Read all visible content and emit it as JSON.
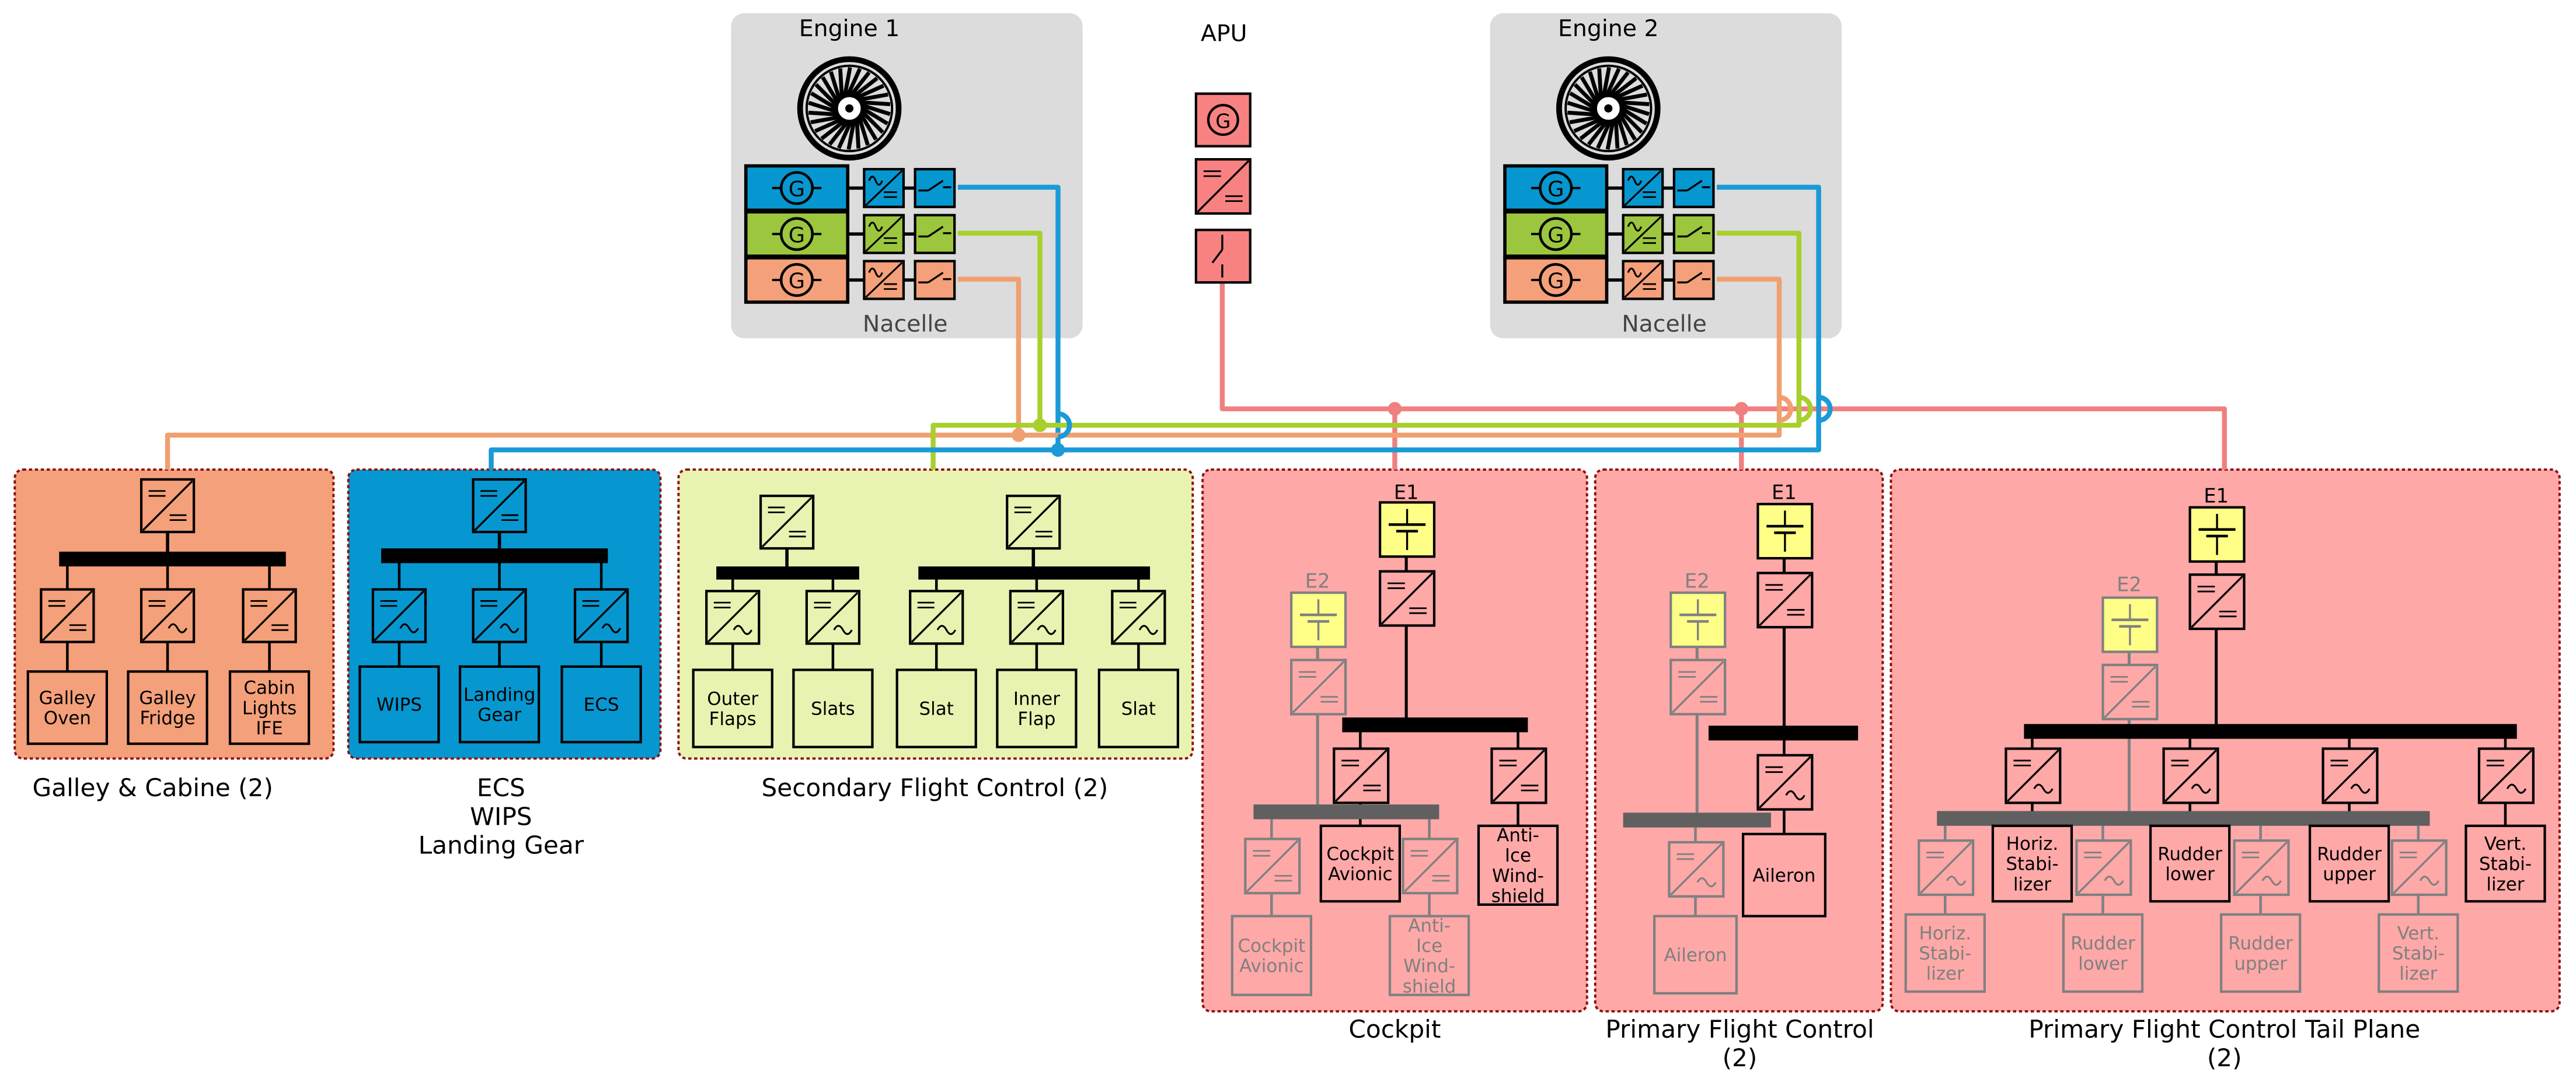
{
  "palette": {
    "galley": "#f4a07a",
    "ecs": "#0797d0",
    "secondary": "#e8f3b2",
    "primary": "#ffa8a8",
    "nacelle": "#dcdcdc",
    "battery": "#ffff88",
    "blue_line": "#1a9ad6",
    "green_line": "#a8d02c",
    "orange_line": "#f0a070",
    "red_line": "#f08080",
    "gen_blue": "#0797d0",
    "gen_green": "#9cc63e",
    "gen_orange": "#f4a07a",
    "apu_box": "#f88282",
    "bus": "#000000",
    "bus_backup": "#606060",
    "backup": "#808080"
  },
  "engines": {
    "engine1": {
      "title": "Engine 1",
      "nacelle": "Nacelle"
    },
    "engine2": {
      "title": "Engine 2",
      "nacelle": "Nacelle"
    }
  },
  "apu": {
    "title": "APU"
  },
  "systems": {
    "galley": {
      "caption": "Galley & Cabine (2)",
      "loads": [
        [
          "Galley",
          "Oven"
        ],
        [
          "Galley",
          "Fridge"
        ],
        [
          "Cabin",
          "Lights",
          "IFE"
        ]
      ]
    },
    "ecs": {
      "caption": [
        "ECS",
        "WIPS",
        "Landing Gear"
      ],
      "loads": [
        [
          "WIPS"
        ],
        [
          "Landing",
          "Gear"
        ],
        [
          "ECS"
        ]
      ]
    },
    "secondary": {
      "caption": "Secondary Flight Control (2)",
      "loads": [
        [
          "Outer",
          "Flaps"
        ],
        [
          "Slats"
        ],
        [
          "Slat"
        ],
        [
          "Inner",
          "Flap"
        ],
        [
          "Slat"
        ]
      ]
    },
    "cockpit": {
      "caption": "Cockpit",
      "e1": "E1",
      "e2": "E2",
      "loads": [
        [
          "Cockpit",
          "Avionic"
        ],
        [
          "Anti-",
          "Ice",
          "Wind-",
          "shield"
        ]
      ],
      "backup_loads": [
        [
          "Cockpit",
          "Avionic"
        ],
        [
          "Anti-",
          "Ice",
          "Wind-",
          "shield"
        ]
      ]
    },
    "primary": {
      "caption": [
        "Primary Flight Control",
        "(2)"
      ],
      "e1": "E1",
      "e2": "E2",
      "loads": [
        [
          "Aileron"
        ]
      ],
      "backup_loads": [
        [
          "Aileron"
        ]
      ]
    },
    "tail": {
      "caption": [
        "Primary Flight Control Tail Plane",
        "(2)"
      ],
      "e1": "E1",
      "e2": "E2",
      "loads": [
        [
          "Horiz.",
          "Stabi-",
          "lizer"
        ],
        [
          "Rudder",
          "lower"
        ],
        [
          "Rudder",
          "upper"
        ],
        [
          "Vert.",
          "Stabi-",
          "lizer"
        ]
      ],
      "backup_loads": [
        [
          "Horiz.",
          "Stabi-",
          "lizer"
        ],
        [
          "Rudder",
          "lower"
        ],
        [
          "Rudder",
          "upper"
        ],
        [
          "Vert.",
          "Stabi-",
          "lizer"
        ]
      ]
    }
  }
}
